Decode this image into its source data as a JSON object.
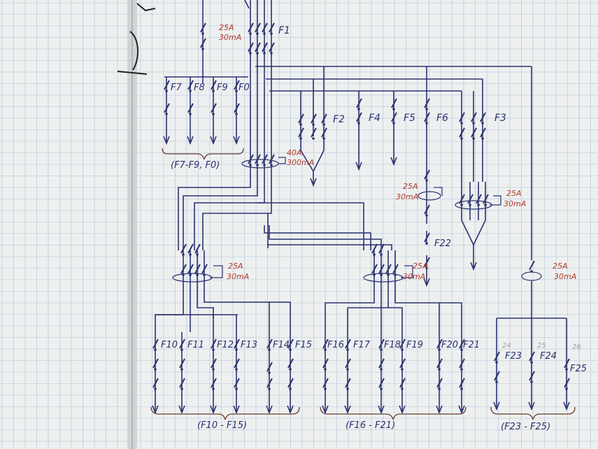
{
  "colors": {
    "paper": "#eef0f0",
    "grid": "#a9c3d6",
    "ink_blue": "#2d3370",
    "ink_red": "#b4382a",
    "ink_brown": "#6b3a2a",
    "binding": "#c9cccc"
  },
  "labels": {
    "F1": "F1",
    "F2": "F2",
    "F3": "F3",
    "F4": "F4",
    "F5": "F5",
    "F6": "F6",
    "F7": "F7",
    "F8": "F8",
    "F9": "F9",
    "F0": "F0",
    "F10": "F10",
    "F11": "F11",
    "F12": "F12",
    "F13": "F13",
    "F14": "F14",
    "F15": "F15",
    "F16": "F16",
    "F17": "F17",
    "F18": "F18",
    "F19": "F19",
    "F20": "F20",
    "F21": "F21",
    "F22": "F22",
    "F23": "F23",
    "F24": "F24",
    "F25": "F25"
  },
  "rcd": {
    "top": {
      "amps": "25A",
      "ma": "30mA"
    },
    "main": {
      "amps": "40A",
      "ma": "300mA"
    },
    "f22": {
      "amps": "25A",
      "ma": "30mA"
    },
    "f3": {
      "amps": "25A",
      "ma": "30mA"
    },
    "left": {
      "amps": "25A",
      "ma": "30mA"
    },
    "mid": {
      "amps": "25A",
      "ma": "30mA"
    },
    "right": {
      "amps": "25A",
      "ma": "30mA"
    }
  },
  "groups": {
    "g1": "(F7-F9, F0)",
    "g2": "(F10 - F15)",
    "g3": "(F16 - F21)",
    "g4": "(F23 - F25)"
  },
  "faint": {
    "a": "24",
    "b": "25",
    "c": "26"
  }
}
